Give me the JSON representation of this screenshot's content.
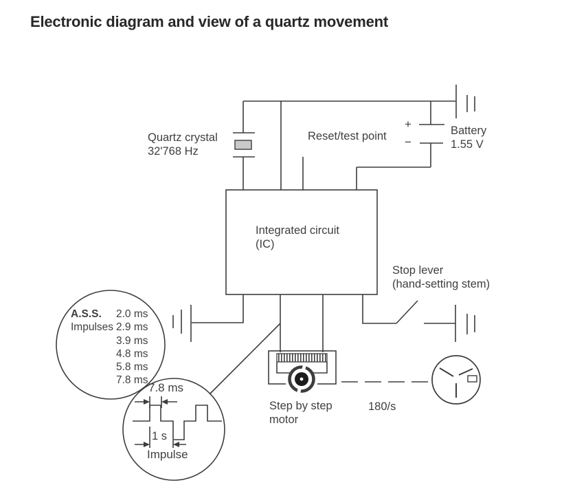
{
  "title": "Electronic diagram and view of a quartz movement",
  "colors": {
    "line": "#3d3d3d",
    "text": "#3f3f3f",
    "crystal_fill": "#c9c9c9",
    "rotor_fill": "#1c1c1c",
    "background": "#ffffff"
  },
  "components": {
    "quartz": {
      "name": "Quartz crystal",
      "frequency": "32'768 Hz"
    },
    "reset": {
      "label": "Reset/test point"
    },
    "battery": {
      "plus": "+",
      "minus": "−",
      "name": "Battery",
      "voltage": "1.55 V"
    },
    "ic": {
      "line1": "Integrated circuit",
      "line2": "(IC)"
    },
    "stop_lever": {
      "line1": "Stop lever",
      "line2": "(hand-setting stem)"
    },
    "ass": {
      "abbr": "A.S.S.",
      "label": "Impulses",
      "values": [
        "2.0 ms",
        "2.9 ms",
        "3.9 ms",
        "4.8 ms",
        "5.8 ms",
        "7.8 ms"
      ]
    },
    "impulse_detail": {
      "pulse_width": "7.8 ms",
      "period": "1 s",
      "label": "Impulse"
    },
    "motor": {
      "line1": "Step by step",
      "line2": "motor",
      "rate": "180/s"
    }
  }
}
